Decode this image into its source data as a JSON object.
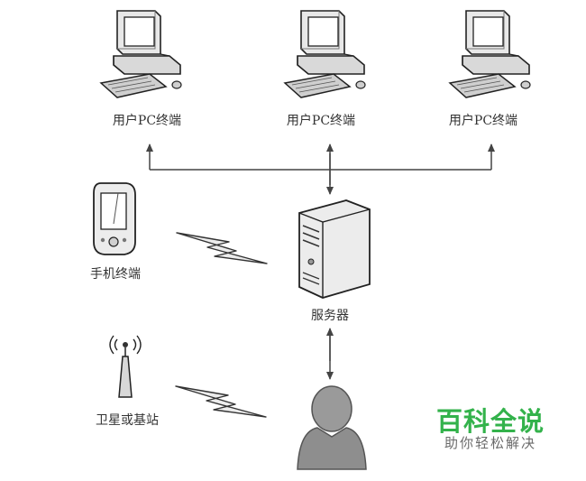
{
  "nodes": {
    "pc_left": {
      "label": "用户PC终端",
      "icon": "desktop-computer-icon"
    },
    "pc_center": {
      "label": "用户PC终端",
      "icon": "desktop-computer-icon"
    },
    "pc_right": {
      "label": "用户PC终端",
      "icon": "desktop-computer-icon"
    },
    "mobile": {
      "label": "手机终端",
      "icon": "mobile-phone-icon"
    },
    "server": {
      "label": "服务器",
      "icon": "server-tower-icon"
    },
    "satellite": {
      "label": "卫星或基站",
      "icon": "antenna-tower-icon"
    },
    "user": {
      "label": "",
      "icon": "user-person-icon"
    }
  },
  "connections": [
    {
      "from": "server",
      "to": "pc_left",
      "style": "arrow"
    },
    {
      "from": "server",
      "to": "pc_center",
      "style": "double-arrow"
    },
    {
      "from": "server",
      "to": "pc_right",
      "style": "arrow"
    },
    {
      "from": "mobile",
      "to": "server",
      "style": "wireless-bolt"
    },
    {
      "from": "satellite",
      "to": "user",
      "style": "wireless-bolt"
    },
    {
      "from": "server",
      "to": "user",
      "style": "double-arrow"
    }
  ],
  "watermark": {
    "title": "百科全说",
    "subtitle": "助你轻松解决",
    "color": "#33b24b"
  }
}
